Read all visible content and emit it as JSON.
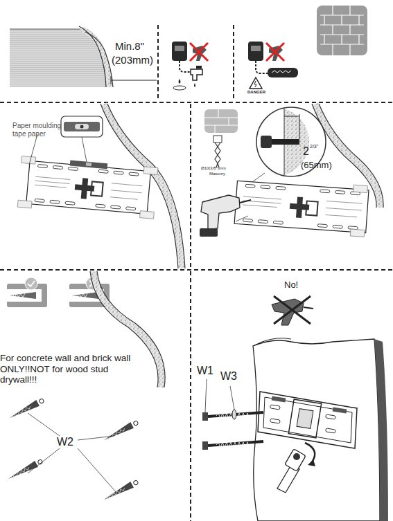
{
  "diagram": {
    "labels": [
      "Min.8\"",
      "(203mm)",
      "DANGER",
      "Paper moulding tape paper",
      "Ø10(3/8\")mm",
      "Masonry",
      "2",
      "2/3\"",
      "(65mm)",
      "For concrete wall and brick wall ONLY!!NOT for wood stud drywall!!!",
      "W2",
      "No!",
      "W1",
      "W3"
    ]
  }
}
